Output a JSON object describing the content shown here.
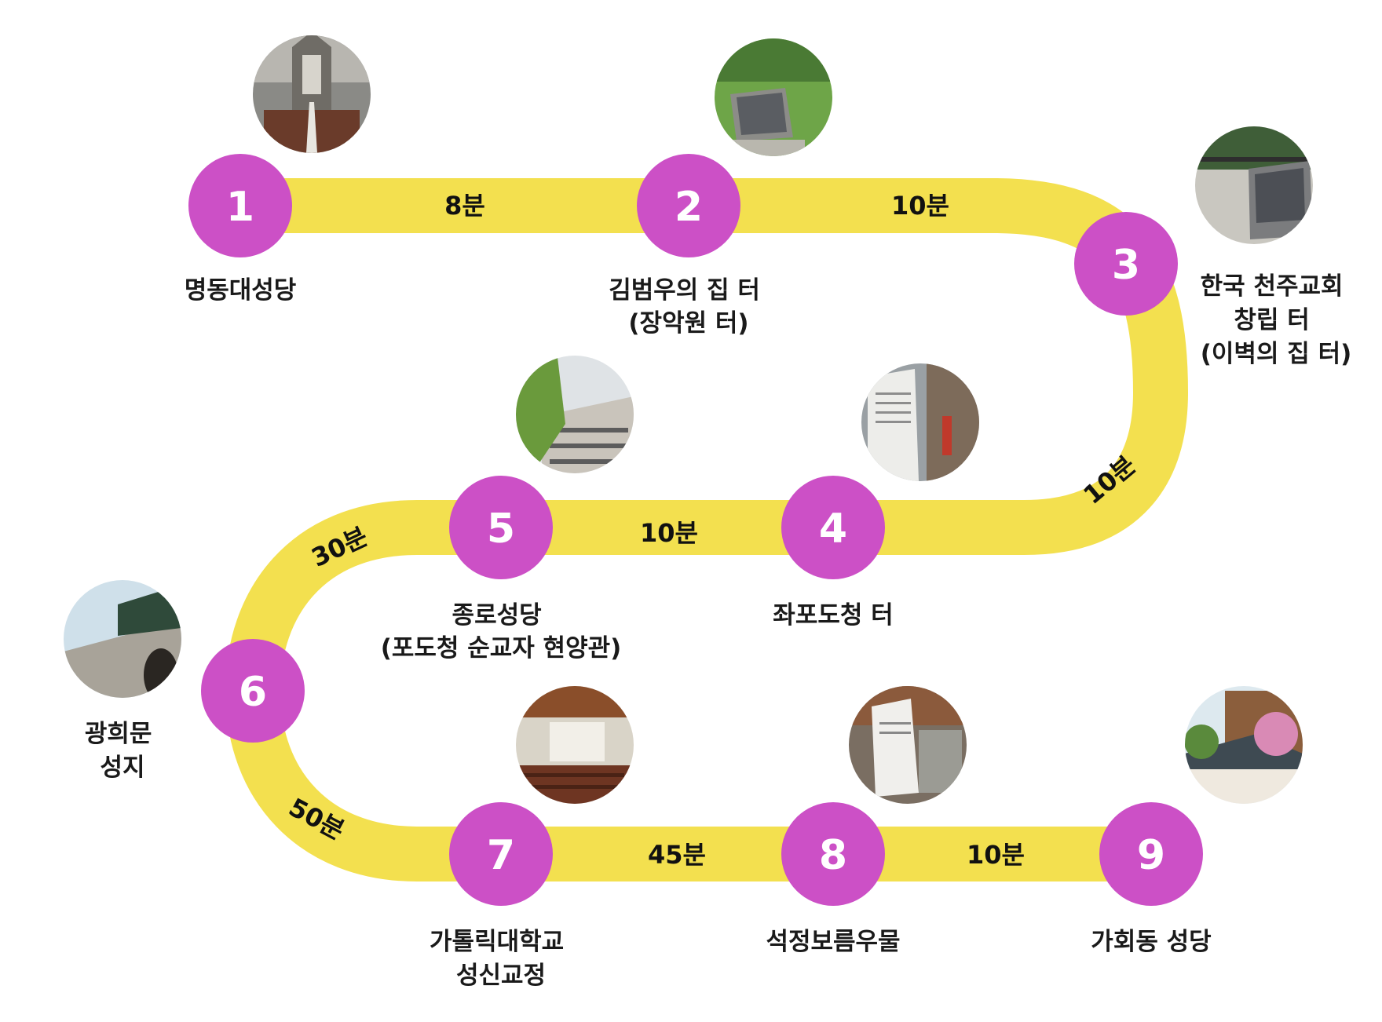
{
  "colors": {
    "path": "#f3e04f",
    "stop": "#cc50c6",
    "stop_text": "#ffffff",
    "text": "#1a1a1a"
  },
  "stops": [
    {
      "num": "1",
      "label": [
        "명동대성당"
      ],
      "photo": "cathedral-interior"
    },
    {
      "num": "2",
      "label": [
        "김범우의 집 터",
        "(장악원 터)"
      ],
      "photo": "memorial-stone-on-lawn"
    },
    {
      "num": "3",
      "label": [
        "한국 천주교회",
        "창립 터",
        "(이벽의 집 터)"
      ],
      "photo": "memorial-stone-by-fence"
    },
    {
      "num": "4",
      "label": [
        "좌포도청 터"
      ],
      "photo": "info-sign-street"
    },
    {
      "num": "5",
      "label": [
        "종로성당",
        "(포도청 순교자 현양관)"
      ],
      "photo": "church-building-tree"
    },
    {
      "num": "6",
      "label": [
        "광희문",
        "성지"
      ],
      "photo": "stone-gate-wall"
    },
    {
      "num": "7",
      "label": [
        "가톨릭대학교",
        "성신교정"
      ],
      "photo": "chapel-interior"
    },
    {
      "num": "8",
      "label": [
        "석정보름우물"
      ],
      "photo": "well-info-board"
    },
    {
      "num": "9",
      "label": [
        "가회동 성당"
      ],
      "photo": "hanok-church"
    }
  ],
  "durations": [
    "8분",
    "10분",
    "10분",
    "10분",
    "30분",
    "50분",
    "45분",
    "10분"
  ]
}
